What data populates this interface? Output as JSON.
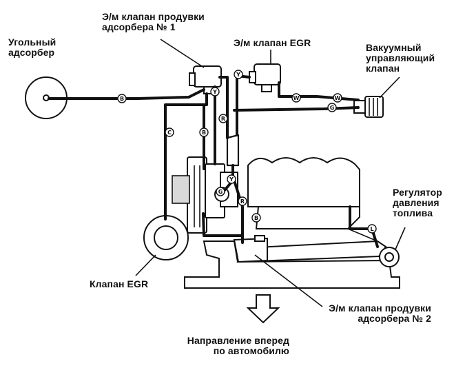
{
  "labels": {
    "canister": "Угольный\nадсорбер",
    "purge_valve_1": "Э/м клапан продувки\nадсорбера № 1",
    "egr_solenoid": "Э/м клапан EGR",
    "vacuum_valve": "Вакуумный\nуправляющий\nклапан",
    "fuel_regulator": "Регулятор\nдавления\nтоплива",
    "egr_valve": "Клапан EGR",
    "purge_valve_2": "Э/м клапан продувки\nадсорбера № 2",
    "direction": "Направление вперед\nпо автомобилю"
  },
  "hose_codes": [
    {
      "id": "b-canister-line",
      "text": "B"
    },
    {
      "id": "c-egr-line",
      "text": "C"
    },
    {
      "id": "b-throttle-line",
      "text": "B"
    },
    {
      "id": "y-purge-line",
      "text": "Y"
    },
    {
      "id": "r-purge-line",
      "text": "R"
    },
    {
      "id": "y-egr-solenoid-line",
      "text": "Y"
    },
    {
      "id": "w-vacuum-line",
      "text": "W"
    },
    {
      "id": "w-vacuum-line-2",
      "text": "W"
    },
    {
      "id": "g-vacuum-line",
      "text": "G"
    },
    {
      "id": "y-manifold-line",
      "text": "Y"
    },
    {
      "id": "g-manifold-line",
      "text": "G"
    },
    {
      "id": "r-manifold-line",
      "text": "R"
    },
    {
      "id": "b-manifold-line",
      "text": "B"
    },
    {
      "id": "l-regulator-line",
      "text": "L"
    }
  ]
}
